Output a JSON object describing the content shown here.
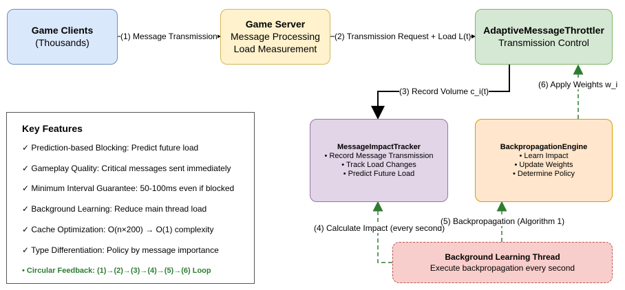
{
  "nodes": {
    "clients": {
      "title": "Game Clients",
      "subtitle": "(Thousands)"
    },
    "server": {
      "title": "Game Server",
      "line1": "Message Processing",
      "line2": "Load Measurement"
    },
    "throttler": {
      "title": "AdaptiveMessageThrottler",
      "subtitle": "Transmission Control"
    },
    "tracker": {
      "title": "MessageImpactTracker",
      "items": [
        "• Record Message Transmission",
        "• Track Load Changes",
        "• Predict Future Load"
      ]
    },
    "engine": {
      "title": "BackpropagationEngine",
      "items": [
        "• Learn Impact",
        "• Update Weights",
        "• Determine Policy"
      ]
    },
    "thread": {
      "title": "Background Learning Thread",
      "subtitle": "Execute backpropagation every second"
    }
  },
  "edges": {
    "e1": "(1) Message Transmission",
    "e2": "(2) Transmission Request + Load L(t)",
    "e3": "(3) Record Volume c_i(t)",
    "e4": "(4) Calculate Impact (every second)",
    "e5": "(5) Backpropagation (Algorithm 1)",
    "e6": "(6) Apply Weights w_i"
  },
  "features": {
    "title": "Key Features",
    "items": [
      "✓ Prediction-based Blocking: Predict future load",
      "✓ Gameplay Quality: Critical messages sent immediately",
      "✓ Minimum Interval Guarantee: 50-100ms even if blocked",
      "✓ Background Learning: Reduce main thread load",
      "✓ Cache Optimization: O(n×200) → O(1) complexity",
      "✓ Type Differentiation: Policy by message importance"
    ],
    "loop": "• Circular Feedback: (1)→(2)→(3)→(4)→(5)→(6) Loop"
  },
  "colors": {
    "clients_fill": "#dae8fc",
    "clients_stroke": "#6c8ebf",
    "server_fill": "#fff2cc",
    "server_stroke": "#d6b656",
    "throttler_fill": "#d5e8d4",
    "throttler_stroke": "#82b366",
    "tracker_fill": "#e1d5e7",
    "tracker_stroke": "#9673a6",
    "engine_fill": "#ffe6cc",
    "engine_stroke": "#d79b00",
    "thread_fill": "#f8cecc",
    "thread_stroke": "#b85450",
    "feedback": "#2e7d32"
  }
}
